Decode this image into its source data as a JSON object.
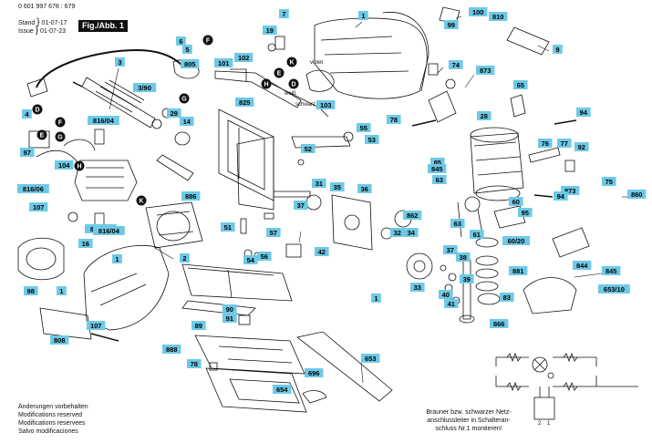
{
  "header": {
    "part_number": "0 601 997 678 : 679",
    "stand_label": "Stand",
    "stand_value": "01-07-17",
    "issue_label": "Issue",
    "issue_value": "01-07-23",
    "figure": "Fig./Abb. 1"
  },
  "footer_notes": [
    "Änderungen vorbehalten",
    "Modifications reserved",
    "Modifications reservees",
    "Salvo modificaciones"
  ],
  "wiring_note": [
    "Brauner bzw. schwarzer Netz-",
    "anschlussleiter in Schalteran-",
    "schluss Nr.1 montieren!"
  ],
  "wire_labels": {
    "violet": "violet",
    "weiss": "weiß",
    "schwarz": "schwarz"
  },
  "switch_terminals": [
    "2",
    "1"
  ],
  "part_labels": [
    {
      "id": "p1a",
      "text": "1"
    },
    {
      "id": "p1b",
      "text": "1"
    },
    {
      "id": "p1c",
      "text": "1"
    },
    {
      "id": "p1d",
      "text": "1"
    },
    {
      "id": "p2",
      "text": "2"
    },
    {
      "id": "p3",
      "text": "3"
    },
    {
      "id": "p4",
      "text": "4"
    },
    {
      "id": "p5",
      "text": "5"
    },
    {
      "id": "p6",
      "text": "6"
    },
    {
      "id": "p7",
      "text": "7"
    },
    {
      "id": "p9",
      "text": "9"
    },
    {
      "id": "p14",
      "text": "14"
    },
    {
      "id": "p16",
      "text": "16"
    },
    {
      "id": "p19",
      "text": "19"
    },
    {
      "id": "p28",
      "text": "28"
    },
    {
      "id": "p29",
      "text": "29"
    },
    {
      "id": "p31",
      "text": "31"
    },
    {
      "id": "p32",
      "text": "32"
    },
    {
      "id": "p33",
      "text": "33"
    },
    {
      "id": "p34",
      "text": "34"
    },
    {
      "id": "p35",
      "text": "35"
    },
    {
      "id": "p36",
      "text": "36"
    },
    {
      "id": "p37a",
      "text": "37"
    },
    {
      "id": "p37b",
      "text": "37"
    },
    {
      "id": "p38",
      "text": "38"
    },
    {
      "id": "p39",
      "text": "39"
    },
    {
      "id": "p40",
      "text": "40"
    },
    {
      "id": "p41",
      "text": "41"
    },
    {
      "id": "p42",
      "text": "42"
    },
    {
      "id": "p51",
      "text": "51"
    },
    {
      "id": "p52",
      "text": "52"
    },
    {
      "id": "p53",
      "text": "53"
    },
    {
      "id": "p54",
      "text": "54"
    },
    {
      "id": "p55",
      "text": "55"
    },
    {
      "id": "p56",
      "text": "56"
    },
    {
      "id": "p57",
      "text": "57"
    },
    {
      "id": "p60",
      "text": "60"
    },
    {
      "id": "p6020",
      "text": "60/20"
    },
    {
      "id": "p61",
      "text": "61"
    },
    {
      "id": "p63a",
      "text": "63"
    },
    {
      "id": "p63b",
      "text": "63"
    },
    {
      "id": "p65",
      "text": "65"
    },
    {
      "id": "p6531",
      "text": "653/10"
    },
    {
      "id": "p653",
      "text": "653"
    },
    {
      "id": "p654",
      "text": "654"
    },
    {
      "id": "p696",
      "text": "696"
    },
    {
      "id": "p74",
      "text": "74"
    },
    {
      "id": "p75",
      "text": "75"
    },
    {
      "id": "p76",
      "text": "76"
    },
    {
      "id": "p77",
      "text": "77"
    },
    {
      "id": "p78a",
      "text": "78"
    },
    {
      "id": "p78b",
      "text": "78"
    },
    {
      "id": "p83",
      "text": "83"
    },
    {
      "id": "p85",
      "text": "85"
    },
    {
      "id": "p845a",
      "text": "845"
    },
    {
      "id": "p845b",
      "text": "845"
    },
    {
      "id": "p844",
      "text": "844"
    },
    {
      "id": "p860",
      "text": "860"
    },
    {
      "id": "p862",
      "text": "862"
    },
    {
      "id": "p866",
      "text": "866"
    },
    {
      "id": "p873a",
      "text": "873"
    },
    {
      "id": "p873b",
      "text": "873"
    },
    {
      "id": "p881",
      "text": "881"
    },
    {
      "id": "p886",
      "text": "886"
    },
    {
      "id": "p888",
      "text": "888"
    },
    {
      "id": "p89",
      "text": "89"
    },
    {
      "id": "p90",
      "text": "90"
    },
    {
      "id": "p91",
      "text": "91"
    },
    {
      "id": "p92",
      "text": "92"
    },
    {
      "id": "p94a",
      "text": "94"
    },
    {
      "id": "p94b",
      "text": "94"
    },
    {
      "id": "p95",
      "text": "95"
    },
    {
      "id": "p97",
      "text": "97"
    },
    {
      "id": "p98",
      "text": "98"
    },
    {
      "id": "p99",
      "text": "99"
    },
    {
      "id": "p100",
      "text": "100"
    },
    {
      "id": "p101",
      "text": "101"
    },
    {
      "id": "p102",
      "text": "102"
    },
    {
      "id": "p103",
      "text": "103"
    },
    {
      "id": "p104",
      "text": "104"
    },
    {
      "id": "p107a",
      "text": "107"
    },
    {
      "id": "p107b",
      "text": "107"
    },
    {
      "id": "p390",
      "text": "3/90"
    },
    {
      "id": "p805",
      "text": "805"
    },
    {
      "id": "p808",
      "text": "808"
    },
    {
      "id": "p810",
      "text": "810"
    },
    {
      "id": "p8160a",
      "text": "816/06"
    },
    {
      "id": "p8160b",
      "text": "816/06"
    },
    {
      "id": "p8164a",
      "text": "816/04"
    },
    {
      "id": "p8164b",
      "text": "816/04"
    },
    {
      "id": "p825",
      "text": "825"
    }
  ],
  "callouts": [
    {
      "id": "cF1",
      "text": "F"
    },
    {
      "id": "cG1",
      "text": "G"
    },
    {
      "id": "cD1",
      "text": "D"
    },
    {
      "id": "cF2",
      "text": "F"
    },
    {
      "id": "cG2",
      "text": "G"
    },
    {
      "id": "cE1",
      "text": "E"
    },
    {
      "id": "cH1",
      "text": "H"
    },
    {
      "id": "cK1",
      "text": "K"
    },
    {
      "id": "cE2",
      "text": "E"
    },
    {
      "id": "cK2",
      "text": "K"
    },
    {
      "id": "cH2",
      "text": "H"
    },
    {
      "id": "cD2",
      "text": "D"
    }
  ]
}
